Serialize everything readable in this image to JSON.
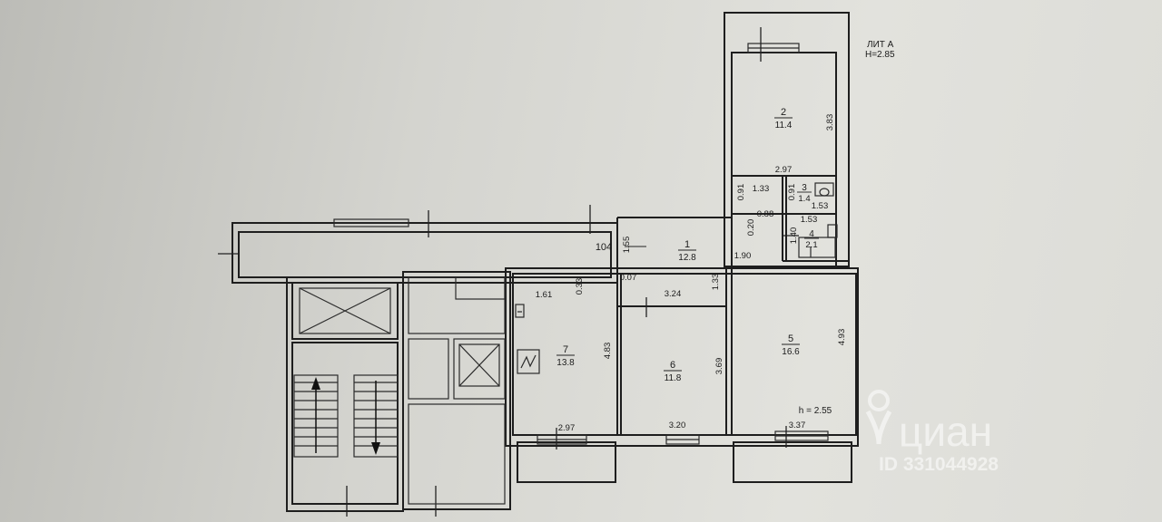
{
  "sheet_header": {
    "line1": "ЛИТ А",
    "line2": "Н=2.85"
  },
  "rooms": [
    {
      "number": "1",
      "area": "12.8"
    },
    {
      "number": "2",
      "area": "11.4"
    },
    {
      "number": "3",
      "area": "1.4"
    },
    {
      "number": "4",
      "area": "2.1"
    },
    {
      "number": "5",
      "area": "16.6"
    },
    {
      "number": "6",
      "area": "11.8"
    },
    {
      "number": "7",
      "area": "13.8"
    }
  ],
  "corridor_label": "104",
  "dimensions": {
    "d383": "3.83",
    "d297a": "2.97",
    "d133a": "1.33",
    "d091a": "0.91",
    "d091b": "0.91",
    "d153a": "1.53",
    "d020": "0.20",
    "d088": "0.88",
    "d153b": "1.53",
    "d140": "1.40",
    "d155": "1.55",
    "d190": "1.90",
    "d007": "0.07",
    "d161": "1.61",
    "d033": "0.33",
    "d324": "3.24",
    "d133b": "1.33",
    "d483": "4.83",
    "d369": "3.69",
    "d493": "4.93",
    "d297b": "2.97",
    "d320": "3.20",
    "d337": "3.37"
  },
  "ceiling_height": "h = 2.55",
  "watermark": {
    "brand": "циан",
    "id": "ID 331044928"
  }
}
